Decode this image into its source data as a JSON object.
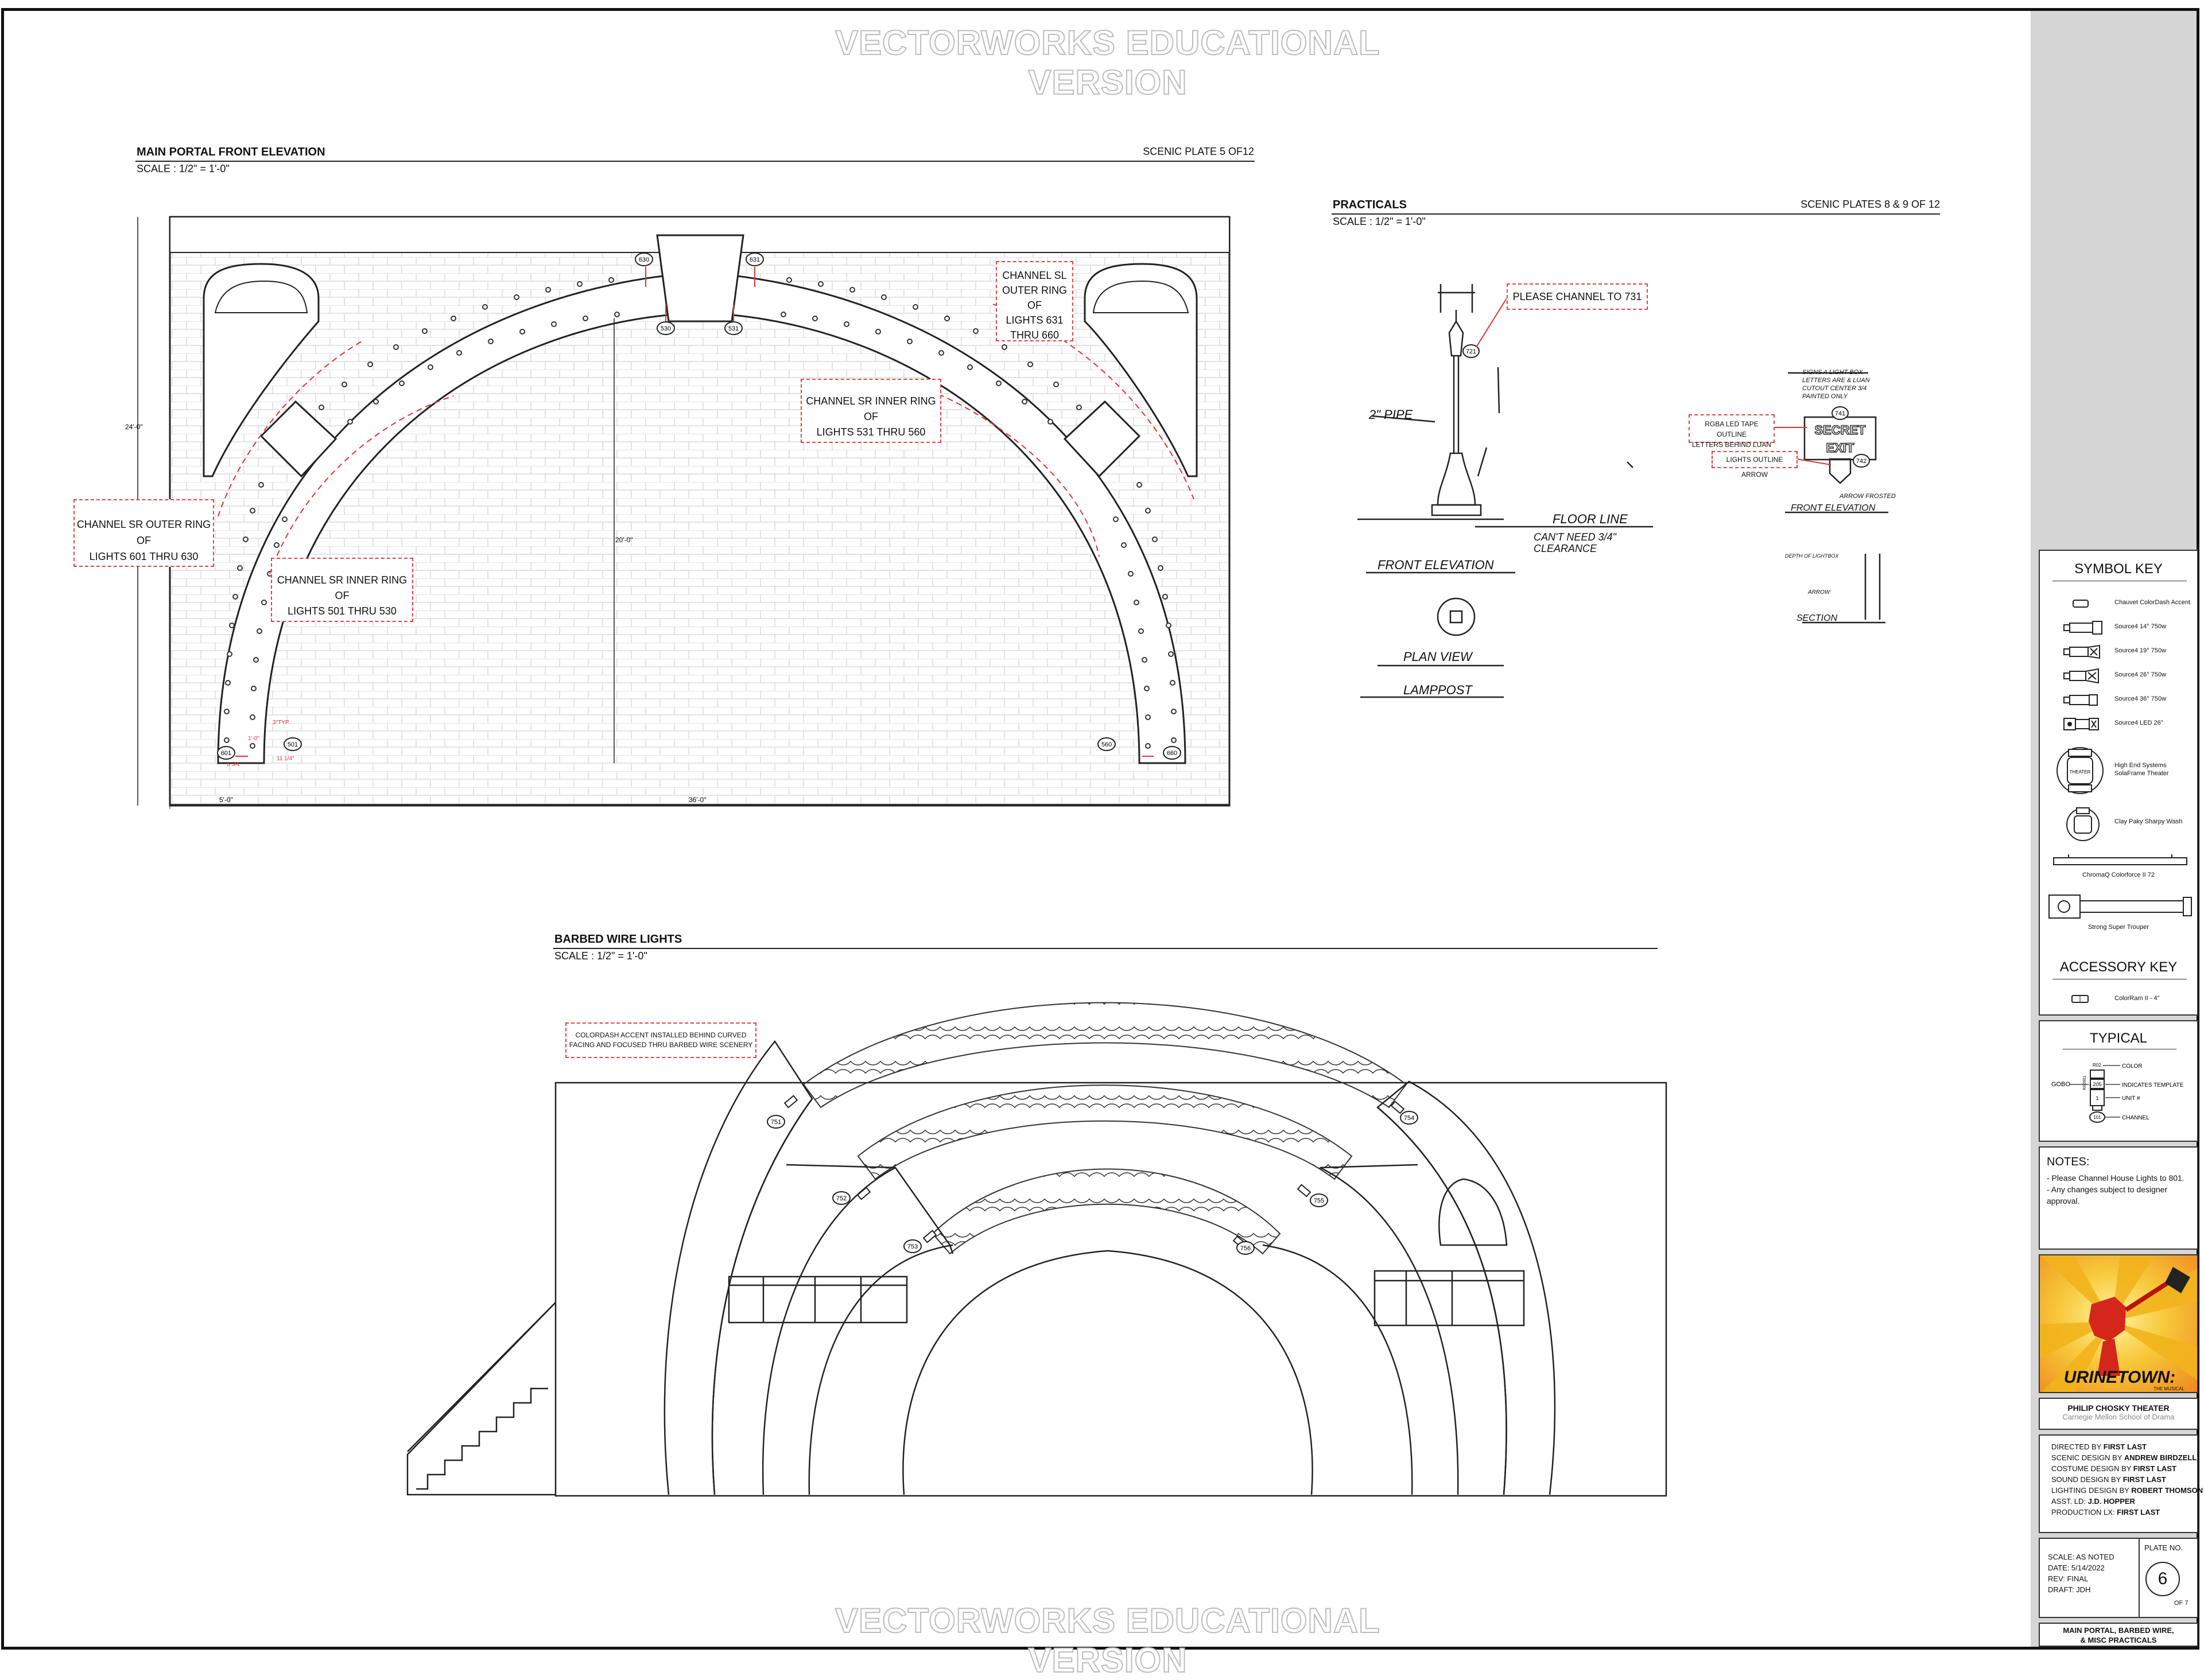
{
  "watermark": {
    "text": "VECTORWORKS EDUCATIONAL VERSION"
  },
  "main_portal": {
    "title": "MAIN PORTAL FRONT ELEVATION",
    "scale": "SCALE : 1/2\" = 1'-0\"",
    "plate_ref": "SCENIC PLATE 5 OF12",
    "callouts": {
      "sl_outer": [
        "CHANNEL SL",
        "OUTER RING OF",
        "LIGHTS 631",
        "THRU 660"
      ],
      "sr_inner_top": [
        "CHANNEL SR INNER RING OF",
        "LIGHTS 531 THRU 560"
      ],
      "sr_outer": [
        "CHANNEL SR OUTER RING OF",
        "LIGHTS 601 THRU 630"
      ],
      "sr_inner_left": [
        "CHANNEL SR INNER RING OF",
        "LIGHTS 501 THRU 530"
      ]
    },
    "unit_tags": {
      "t630": "630",
      "t631": "631",
      "t530": "530",
      "t531": "531",
      "t601": "601",
      "t501": "501",
      "t560": "560",
      "t660": "660"
    },
    "dims": {
      "height": "24'-0\"",
      "inner_height": "20'-0\"",
      "left_width": "5'-0\"",
      "width": "36'-0\"",
      "small_a": "1'-0\"",
      "small_b": "3\"TYP.",
      "small_c": "6 3/4\"",
      "small_d": "11 1/4\""
    }
  },
  "practicals": {
    "title": "PRACTICALS",
    "scale": "SCALE : 1/2\" = 1'-0\"",
    "plate_ref": "SCENIC PLATES 8 & 9 OF 12",
    "callout_channel": "PLEASE CHANNEL TO 731",
    "callout_tape": [
      "RGBA LED TAPE OUTLINE",
      "LETTERS BEHIND LUAN"
    ],
    "callout_arrow": "LIGHTS OUTLINE ARROW",
    "tag_721": "721",
    "tag_741": "741",
    "tag_742": "742",
    "sketch": {
      "pipe": "2\" PIPE",
      "floor_line": "FLOOR LINE",
      "clearance": [
        "CAN'T NEED 3/4\"",
        "CLEARANCE"
      ],
      "front_elevation": "FRONT ELEVATION",
      "plan_view": "PLAN VIEW",
      "lamppost": "LAMPPOST",
      "sign_top": [
        "SIGNS A LIGHT BOX",
        "LETTERS ARE & LUAN",
        "CUTOUT CENTER 3/4",
        "PAINTED ONLY"
      ],
      "sign_face": [
        "SECRET",
        "EXIT"
      ],
      "arrow_frosted": "ARROW FROSTED",
      "sign_front": "FRONT ELEVATION",
      "section": "SECTION",
      "depth": "DEPTH OF LIGHTBOX",
      "arrow": "ARROW"
    }
  },
  "barbed_wire": {
    "title": "BARBED WIRE LIGHTS",
    "scale": "SCALE : 1/2\" = 1'-0\"",
    "callout": [
      "COLORDASH ACCENT INSTALLED BEHIND CURVED",
      "FACING AND FOCUSED THRU BARBED WIRE SCENERY"
    ],
    "tags": {
      "t751": "751",
      "t752": "752",
      "t753": "753",
      "t754": "754",
      "t755": "755",
      "t756": "756"
    }
  },
  "symbol_key": {
    "title": "SYMBOL KEY",
    "items": [
      "Chauvet ColorDash Accent",
      "Source4 14° 750w",
      "Source4 19° 750w",
      "Source4 26° 750w",
      "Source4 36° 750w",
      "Source4 LED 26°"
    ],
    "solaframe": [
      "High End Systems",
      "SolaFrame Theater"
    ],
    "solaframe_tag": "THEATER",
    "sharpy": "Clay Paky Sharpy Wash",
    "chroma": "ChromaQ Colorforce II 72",
    "trouper": "Strong Super Trouper",
    "accessory_title": "ACCESSORY KEY",
    "accessory": "ColorRam II - 4\""
  },
  "typical": {
    "title": "TYPICAL",
    "gobo": "GOBO",
    "color": "COLOR",
    "template": "INDICATES TEMPLATE",
    "unit": "UNIT #",
    "channel": "CHANNEL",
    "sample_color": "R02",
    "sample_unit": "1",
    "sample_channel": "101",
    "sample_side": "RX0001",
    "sample_mid": "205"
  },
  "notes": {
    "title": "NOTES:",
    "lines": [
      "- Please Channel House Lights to 801.",
      "- Any changes subject to designer approval."
    ]
  },
  "logo": {
    "show": "URINETOWN:",
    "sub": "THE MUSICAL"
  },
  "theater": {
    "name": "PHILIP CHOSKY THEATER",
    "school": "Carnegie Mellon School of Drama"
  },
  "credits": [
    {
      "label": "DIRECTED BY ",
      "name": "FIRST LAST"
    },
    {
      "label": "SCENIC DESIGN BY ",
      "name": "ANDREW BIRDZELL"
    },
    {
      "label": "COSTUME DESIGN BY ",
      "name": "FIRST LAST"
    },
    {
      "label": "SOUND DESIGN BY ",
      "name": "FIRST LAST"
    },
    {
      "label": "LIGHTING DESIGN BY ",
      "name": "ROBERT THOMSON"
    },
    {
      "label": "ASST. LD: ",
      "name": "J.D. HOPPER"
    },
    {
      "label": "PRODUCTION LX: ",
      "name": "FIRST LAST"
    }
  ],
  "title_block": {
    "scale": "SCALE: AS NOTED",
    "date": "DATE: 5/14/2022",
    "rev": "REV: FINAL",
    "draft": "DRAFT: JDH",
    "plate_label": "PLATE NO.",
    "plate_no": "6",
    "of": "OF 7",
    "sheet_title": [
      "MAIN PORTAL, BARBED WIRE,",
      "& MISC PRACTICALS"
    ]
  }
}
